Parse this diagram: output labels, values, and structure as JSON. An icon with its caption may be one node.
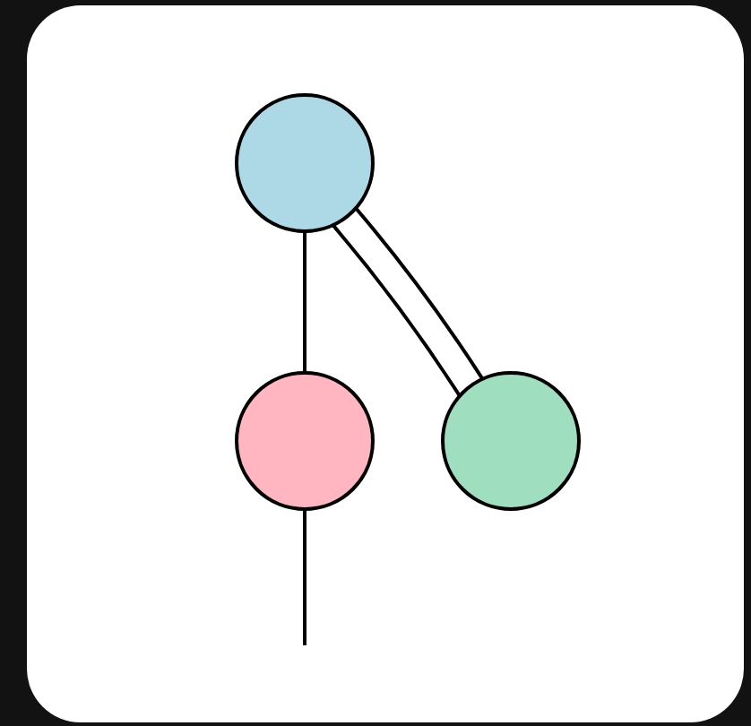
{
  "diagram": {
    "nodes": [
      {
        "text": [],
        "shape": "circle"
      },
      {
        "text": [],
        "shape": "circle"
      },
      {
        "text": [],
        "shape": "circle"
      }
    ],
    "edges": [
      {
        "from": 0,
        "to": 1,
        "arrow": "none"
      },
      {
        "from": 0,
        "to": 2,
        "arrow": "none"
      },
      {
        "from": 0,
        "to": 2,
        "arrow": "none"
      },
      {
        "from": 1,
        "to": null,
        "arrow": "none"
      }
    ]
  }
}
